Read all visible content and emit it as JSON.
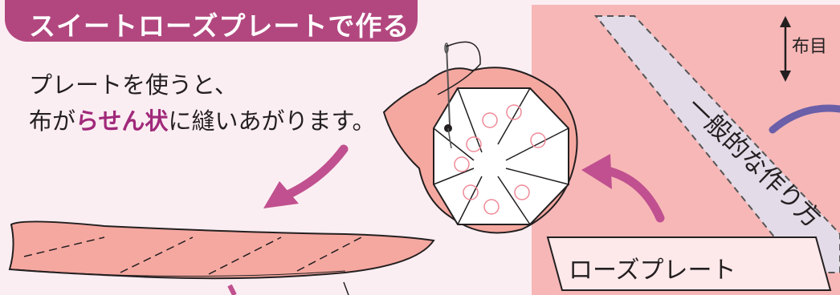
{
  "header": {
    "title": "スイートローズプレートで作る"
  },
  "intro": {
    "line1": "プレートを使うと、",
    "line2_pre": "布が",
    "line2_highlight": "らせん状",
    "line2_post": "に縫いあがります。"
  },
  "labels": {
    "fabric_grain": "布目",
    "general_method": "一般的な作り方",
    "rose_plate": "ローズプレート"
  },
  "colors": {
    "title_bg": "#b2477f",
    "highlight": "#a0297a",
    "arrow": "#c0508f",
    "panel": "#f7b7b7",
    "fabric": "#f5a8a0",
    "strip": "#e3dbe8",
    "curve": "#6a5fa8"
  },
  "icons": [
    "double-arrow-icon",
    "pink-curved-arrow-icon",
    "needle-icon",
    "pin-icon"
  ]
}
